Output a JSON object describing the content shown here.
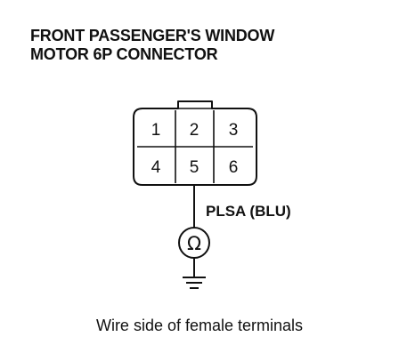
{
  "title": {
    "line1": "FRONT PASSENGER'S WINDOW",
    "line2": "MOTOR 6P CONNECTOR"
  },
  "connector": {
    "pins": [
      "1",
      "2",
      "3",
      "4",
      "5",
      "6"
    ]
  },
  "wire_label": "PLSA (BLU)",
  "meter_symbol": "Ω",
  "caption": "Wire side of female terminals"
}
